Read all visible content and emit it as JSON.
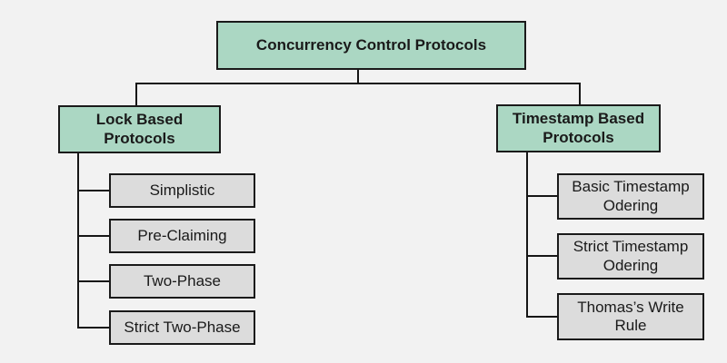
{
  "diagram": {
    "title": "Concurrency Control Protocols",
    "root": {
      "label": "Concurrency Control Protocols"
    },
    "branches": [
      {
        "label": "Lock Based\nProtocols",
        "children": [
          {
            "label": "Simplistic"
          },
          {
            "label": "Pre-Claiming"
          },
          {
            "label": "Two-Phase"
          },
          {
            "label": "Strict Two-Phase"
          }
        ]
      },
      {
        "label": "Timestamp Based\nProtocols",
        "children": [
          {
            "label": "Basic Timestamp\nOdering"
          },
          {
            "label": "Strict Timestamp\nOdering"
          },
          {
            "label": "Thomas’s Write\nRule"
          }
        ]
      }
    ]
  },
  "theme": {
    "background": "#f2f2f2",
    "category_fill": "#abd7c3",
    "leaf_fill": "#dcdcdc",
    "border": "#1a1a1a",
    "line": "#161616",
    "text": "#1a1a1a"
  }
}
